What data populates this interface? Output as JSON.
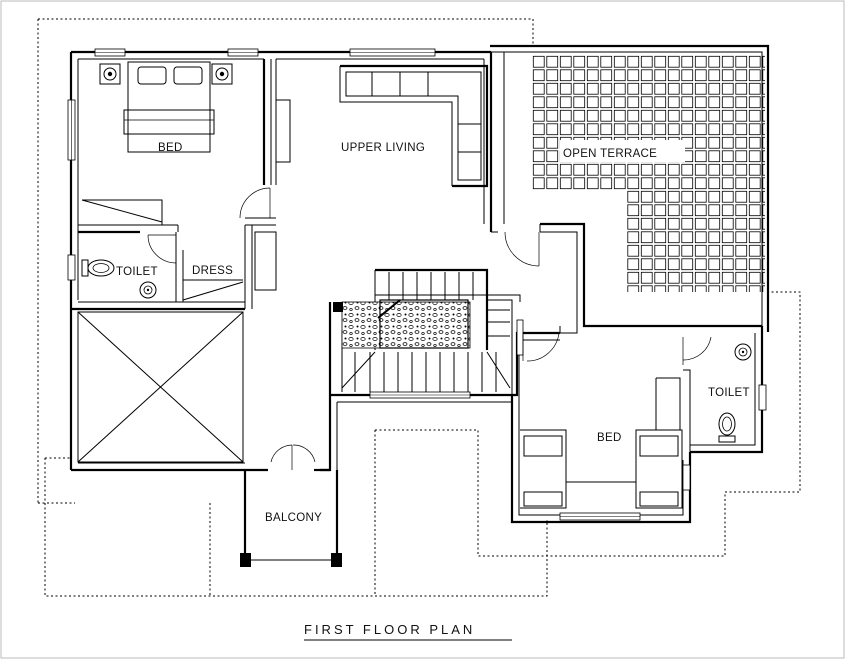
{
  "drawing": {
    "title": "FIRST FLOOR PLAN",
    "rooms": {
      "bed_1": "BED",
      "toilet_1": "TOILET",
      "dress": "DRESS",
      "upper_living": "UPPER LIVING",
      "open_terrace": "OPEN TERRACE",
      "toilet_2": "TOILET",
      "bed_2": "BED",
      "balcony": "BALCONY"
    }
  }
}
